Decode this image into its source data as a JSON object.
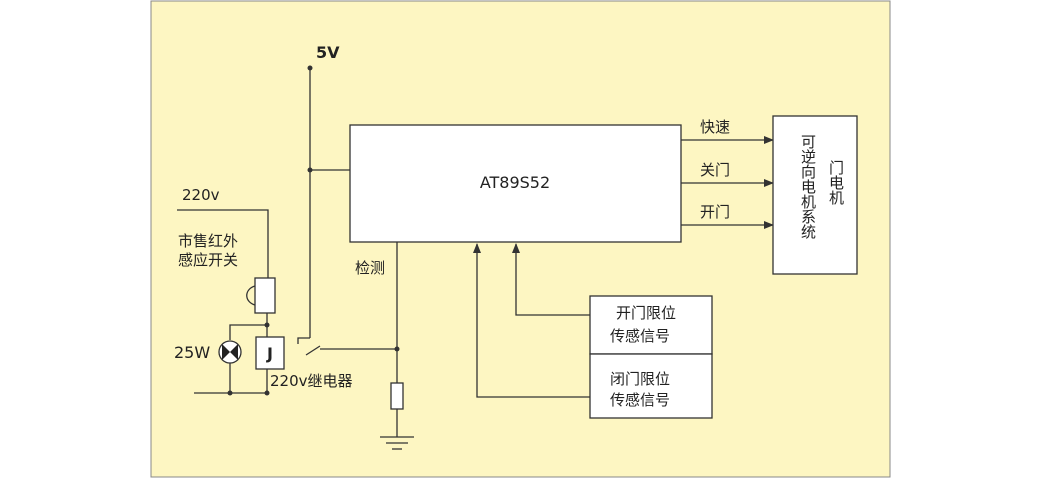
{
  "colors": {
    "background": "#fdf6c2",
    "line": "#333333",
    "box_fill": "#ffffff",
    "frame": "#888888"
  },
  "voltage": "5V",
  "mcu": "AT89S52",
  "outputs": [
    "快速",
    "关门",
    "开门"
  ],
  "motor": {
    "left": "可逆向电机系统",
    "right": "门电机"
  },
  "mains": "220v",
  "pir_switch": [
    "市售红外",
    "感应开关"
  ],
  "lamp": "25W",
  "relay": {
    "symbol": "J",
    "label": "220v继电器"
  },
  "detect": "检测",
  "open_limit": [
    "开门限位",
    "传感信号"
  ],
  "close_limit": [
    "闭门限位",
    "传感信号"
  ]
}
